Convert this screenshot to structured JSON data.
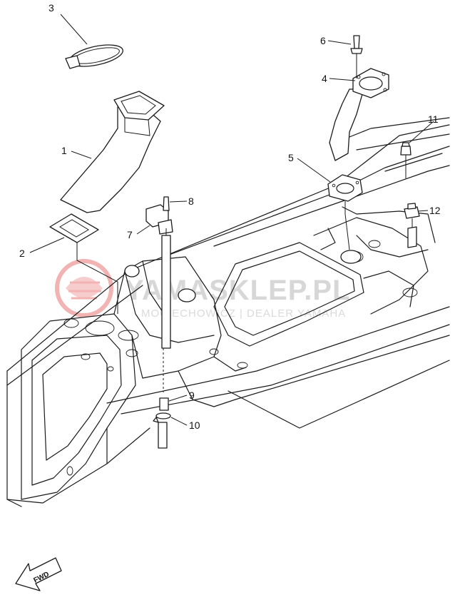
{
  "watermark": {
    "brand": "YAMASKLEP.PL",
    "sub": "MOCIECHOWICZ | DEALER YAMAHA",
    "colors": {
      "logo": "#f2b3b3",
      "text": "#d7d7d7"
    }
  },
  "direction": {
    "label": "FWD",
    "icon": "fwd-arrow-icon"
  },
  "callouts": [
    {
      "id": "1",
      "label": "1"
    },
    {
      "id": "2",
      "label": "2"
    },
    {
      "id": "3",
      "label": "3"
    },
    {
      "id": "4",
      "label": "4"
    },
    {
      "id": "5",
      "label": "5"
    },
    {
      "id": "6",
      "label": "6"
    },
    {
      "id": "7",
      "label": "7"
    },
    {
      "id": "8",
      "label": "8"
    },
    {
      "id": "9",
      "label": "9"
    },
    {
      "id": "10",
      "label": "10"
    },
    {
      "id": "11",
      "label": "11"
    },
    {
      "id": "12",
      "label": "12"
    }
  ]
}
